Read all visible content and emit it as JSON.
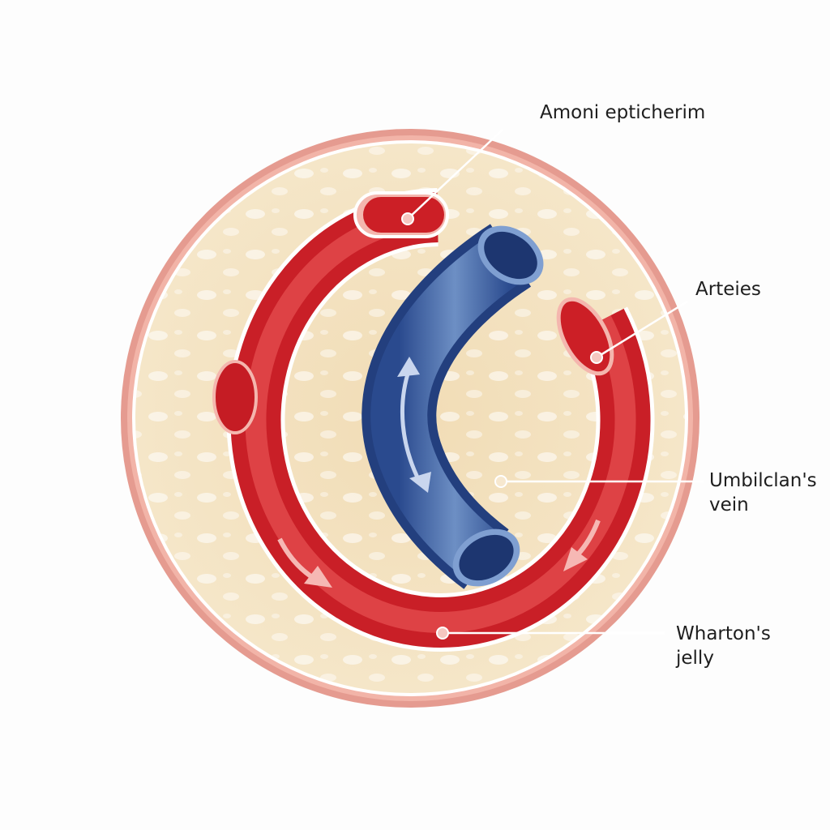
{
  "labels": {
    "amnion": "Amoni epticherim",
    "arteries": "Arteies",
    "vein_line1": "Umbilclan's",
    "vein_line2": "vein",
    "jelly_line1": "Wharton's",
    "jelly_line2": "jelly"
  },
  "colors": {
    "amnion": "#e49a8e",
    "jelly": "#f3e2c2",
    "artery": "#d6252b",
    "vein": "#2f5497"
  }
}
